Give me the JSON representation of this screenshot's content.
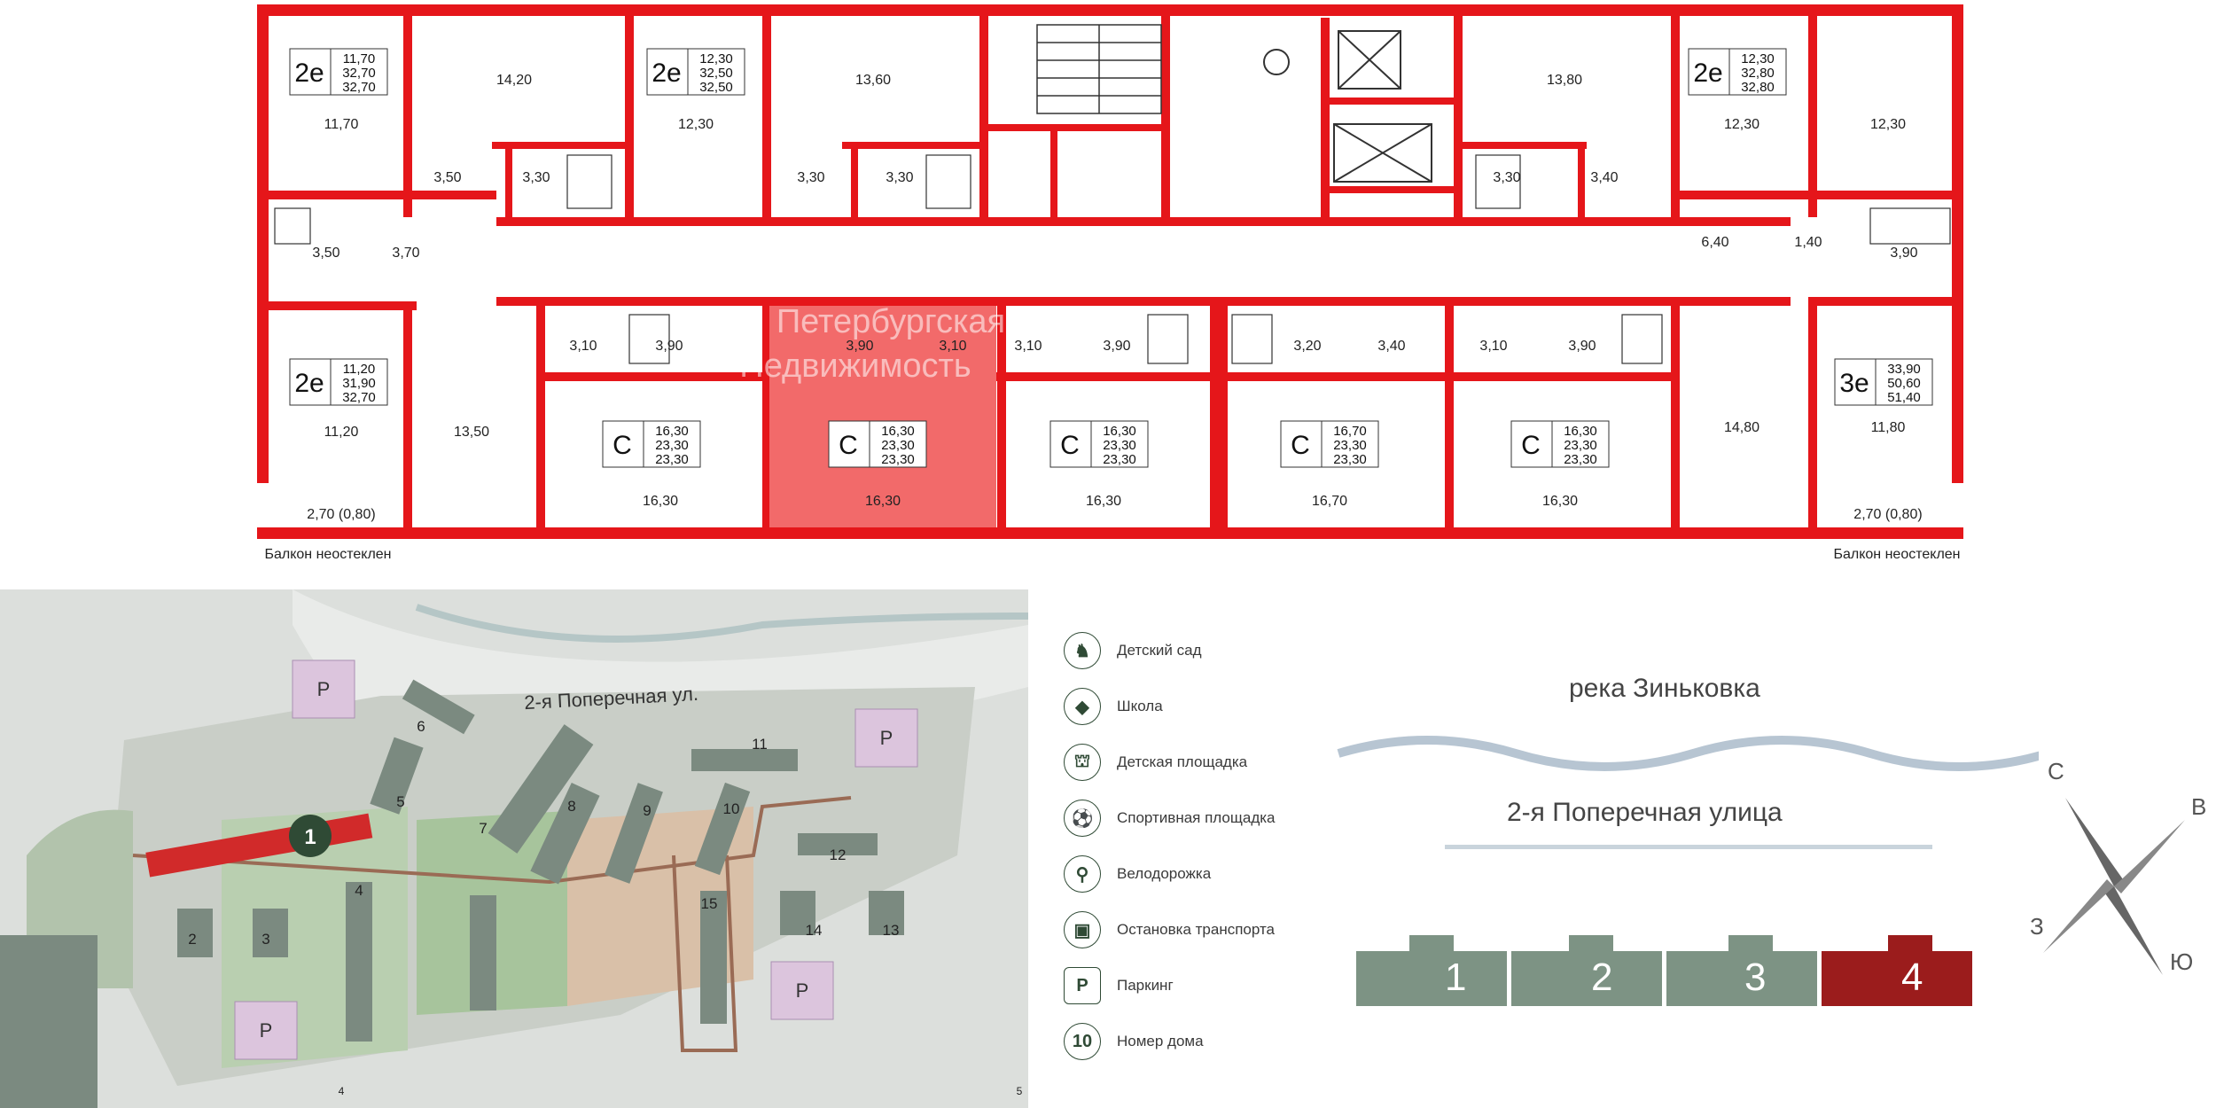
{
  "floorplan": {
    "rooms_top": [
      "11,70",
      "14,20",
      "12,30",
      "13,60",
      "13,80",
      "12,30",
      "12,30"
    ],
    "rooms_mid": [
      "3,50",
      "3,30",
      "3,30",
      "3,30",
      "3,30",
      "3,40",
      "3,50",
      "3,70",
      "6,40",
      "1,40",
      "3,90"
    ],
    "baths_row": [
      "3,10",
      "3,90",
      "3,90",
      "3,10",
      "3,10",
      "3,90",
      "3,20",
      "3,40",
      "3,10",
      "3,90"
    ],
    "rooms_bottom": [
      "11,20",
      "13,50",
      "16,30",
      "16,30",
      "16,30",
      "16,70",
      "16,30",
      "14,80",
      "11,80"
    ],
    "balcony_left": "2,70 (0,80)",
    "balcony_right": "2,70 (0,80)",
    "balcony_note_left": "Балкон неостеклен",
    "balcony_note_right": "Балкон неостеклен",
    "flats": [
      {
        "type": "2е",
        "a": "11,70",
        "b": "32,70",
        "c": "32,70"
      },
      {
        "type": "2е",
        "a": "12,30",
        "b": "32,50",
        "c": "32,50"
      },
      {
        "type": "2е",
        "a": "12,30",
        "b": "32,80",
        "c": "32,80"
      },
      {
        "type": "2е",
        "a": "11,20",
        "b": "31,90",
        "c": "32,70"
      },
      {
        "type": "С",
        "a": "16,30",
        "b": "23,30",
        "c": "23,30"
      },
      {
        "type": "С",
        "a": "16,30",
        "b": "23,30",
        "c": "23,30"
      },
      {
        "type": "С",
        "a": "16,30",
        "b": "23,30",
        "c": "23,30"
      },
      {
        "type": "С",
        "a": "16,70",
        "b": "23,30",
        "c": "23,30"
      },
      {
        "type": "С",
        "a": "16,30",
        "b": "23,30",
        "c": "23,30"
      },
      {
        "type": "3е",
        "a": "33,90",
        "b": "50,60",
        "c": "51,40"
      }
    ],
    "wall_color": "#e5161a",
    "highlight_color": "#f26a6a"
  },
  "watermark": {
    "line1": "Петербургская",
    "line2": "Недвижимость"
  },
  "site_plan": {
    "street": "2-я Поперечная ул.",
    "parking": "P",
    "current_house": "1",
    "houses": [
      "2",
      "3",
      "4",
      "5",
      "6",
      "7",
      "8",
      "9",
      "10",
      "11",
      "12",
      "13",
      "14",
      "15"
    ],
    "grid_labels": [
      "4",
      "5"
    ]
  },
  "legend": {
    "items": [
      {
        "icon": "horse-icon",
        "label": "Детский сад"
      },
      {
        "icon": "school-cap-icon",
        "label": "Школа"
      },
      {
        "icon": "slide-icon",
        "label": "Детская площадка"
      },
      {
        "icon": "ball-icon",
        "label": "Спортивная площадка"
      },
      {
        "icon": "bicycle-icon",
        "label": "Велодорожка"
      },
      {
        "icon": "bus-icon",
        "label": "Остановка транспорта"
      },
      {
        "icon": "parking-icon",
        "label": "Паркинг"
      },
      {
        "icon": "number-icon",
        "label": "Номер дома",
        "badge": "10"
      }
    ]
  },
  "orientation": {
    "river": "река Зиньковка",
    "street": "2-я Поперечная улица",
    "sections": [
      "1",
      "2",
      "3",
      "4"
    ],
    "active_section": "4",
    "compass": {
      "n": "С",
      "e": "В",
      "s": "Ю",
      "w": "З"
    }
  },
  "colors": {
    "accent": "#e5161a",
    "green": "#2f4a35",
    "active": "#9b1c1c",
    "section": "#7d9384"
  }
}
